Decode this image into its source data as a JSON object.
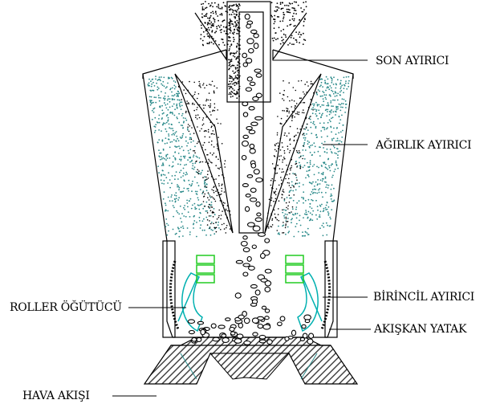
{
  "labels": {
    "son_ayirici": "SON AYIRICI",
    "agirlik_ayirici": "AĞIRLIK AYIRICI",
    "birincil_ayirici": "BİRİNCİL AYIRICI",
    "akiskan_yatak": "AKIŞKAN YATAK",
    "roller_ogutucu": "ROLLER ÖĞÜTÜCÜ",
    "hava_akisi": "HAVA AKIŞI"
  },
  "colors": {
    "outline": "#000000",
    "material_dots": "#000000",
    "fine_dust": "#2a8a8a",
    "classifier_blades": "#22cc22",
    "base_hatch": "#444444",
    "roller_outline": "#00b0b0"
  }
}
